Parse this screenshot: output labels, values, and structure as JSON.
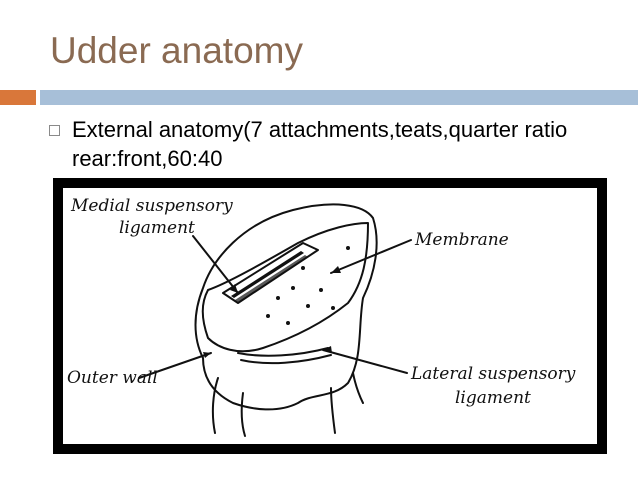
{
  "slide": {
    "title": "Udder anatomy",
    "bullet": "External anatomy(7 attachments,teats,quarter ratio rear:front,60:40"
  },
  "figure": {
    "labels": {
      "medial_line1": "Medial suspensory",
      "medial_line2": "ligament",
      "membrane": "Membrane",
      "outer_wall": "Outer wall",
      "lateral_line1": "Lateral suspensory",
      "lateral_line2": "ligament"
    }
  }
}
